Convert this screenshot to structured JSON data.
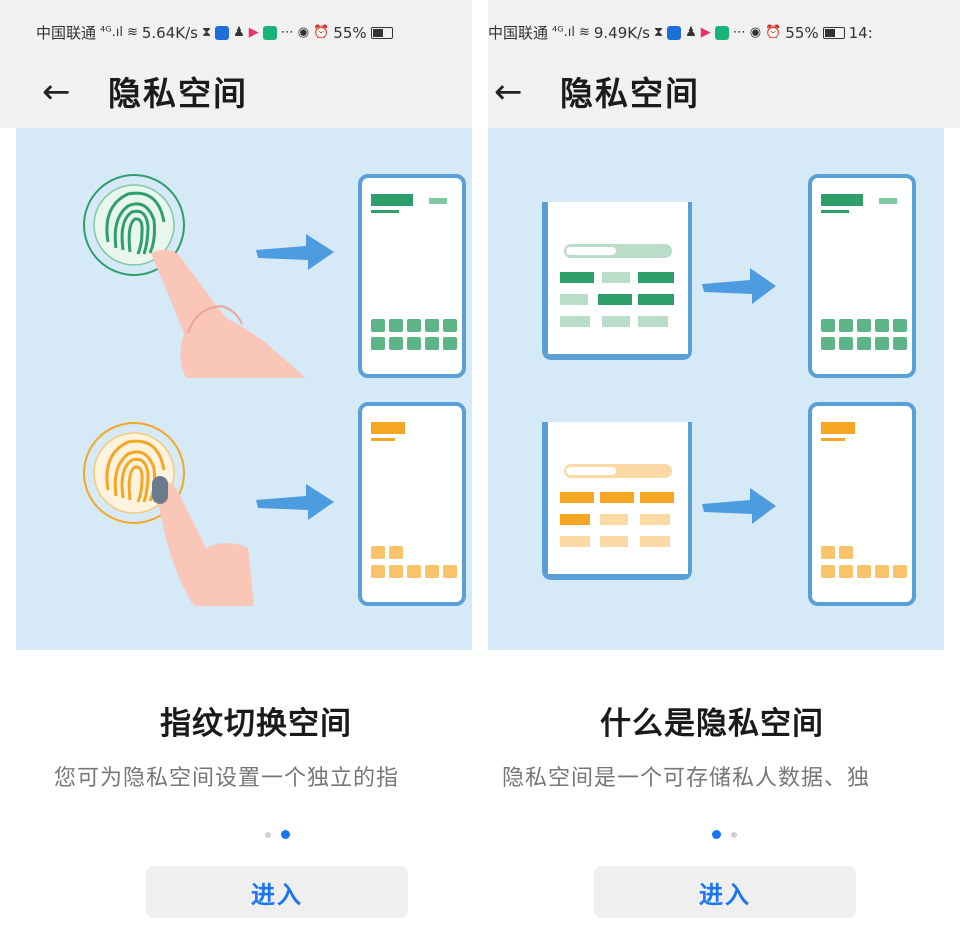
{
  "status_left": {
    "carrier": "中国联通",
    "signal": "⁴ᴳ.ıl",
    "speed": "5.64K/s",
    "battery_pct": "55%"
  },
  "status_right": {
    "carrier": "中国联通",
    "signal": "⁴ᴳ.ıl",
    "speed": "9.49K/s",
    "battery_pct": "55%",
    "time": "14:"
  },
  "header": {
    "back_glyph": "←",
    "title": "隐私空间"
  },
  "pages": [
    {
      "headline": "指纹切换空间",
      "description": "您可为隐私空间设置一个独立的指",
      "enter_label": "进入"
    },
    {
      "headline": "什么是隐私空间",
      "description": "隐私空间是一个可存储私人数据、独",
      "enter_label": "进入"
    }
  ],
  "colors": {
    "accent_blue": "#1976f2",
    "illustration_bg": "#d6e9f7",
    "green": "#2e9e6b",
    "orange": "#f5a623",
    "arrow_blue": "#4e9ce0",
    "phone_frame": "#5b9fd9"
  },
  "icons": {
    "back": "arrow-left-icon",
    "fingerprint": "fingerprint-icon",
    "hand": "hand-pointing-icon",
    "arrow": "arrow-right-icon"
  }
}
